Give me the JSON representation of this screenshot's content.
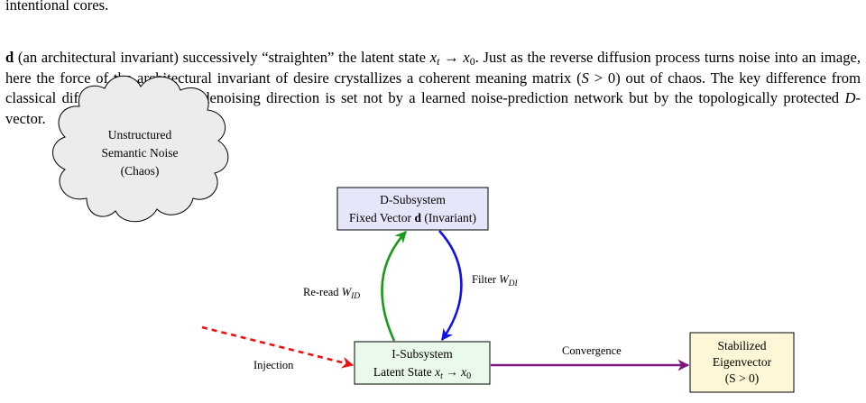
{
  "paragraph_top": {
    "text": "intentional cores."
  },
  "paragraph_main": {
    "vector_d": "d",
    "part1": " (an architectural invariant) successively “straighten” the latent state ",
    "x_t": "x",
    "sub_t": "t",
    "arrow": " → ",
    "x_0": "x",
    "sub_0": "0",
    "part2": ". Just as the reverse diffusion process turns noise into an image, here the force of the architectural invariant of desire crystallizes a coherent meaning matrix (",
    "S": "S",
    "gt0": " > 0",
    "part3": ") out of chaos. The key difference from classical diffusion (Fig. 7): the denoising direction is set not by a learned noise-prediction network but by the topologically protected ",
    "D": "D",
    "part4": "-vector."
  },
  "diagram": {
    "cloud": {
      "line1": "Unstructured",
      "line2": "Semantic Noise",
      "line3": "(Chaos)"
    },
    "d_subsystem": {
      "line1": "D-Subsystem",
      "line2_prefix": "Fixed Vector ",
      "line2_bold": "d",
      "line2_suffix": " (Invariant)"
    },
    "i_subsystem": {
      "line1": "I-Subsystem",
      "line2_prefix": "Latent State ",
      "x": "x",
      "sub_t": "t",
      "arrow": " → ",
      "x0": "x",
      "sub_0": "0"
    },
    "eigenvector": {
      "line1": "Stabilized",
      "line2": "Eigenvector",
      "line3": "(S > 0)"
    },
    "edges": {
      "reread_prefix": "Re-read ",
      "reread_W": "W",
      "reread_sub": "ID",
      "filter_prefix": "Filter ",
      "filter_W": "W",
      "filter_sub": "DI",
      "injection": "Injection",
      "convergence": "Convergence"
    },
    "colors": {
      "d_box_fill": "#e6e6fa",
      "i_box_fill": "#eafaea",
      "eigen_fill": "#fdf7d8",
      "cloud_fill": "#ececec",
      "green": "#1a9a1a",
      "blue": "#1010e8",
      "red": "#ee1111",
      "purple": "#7a1a80"
    }
  }
}
